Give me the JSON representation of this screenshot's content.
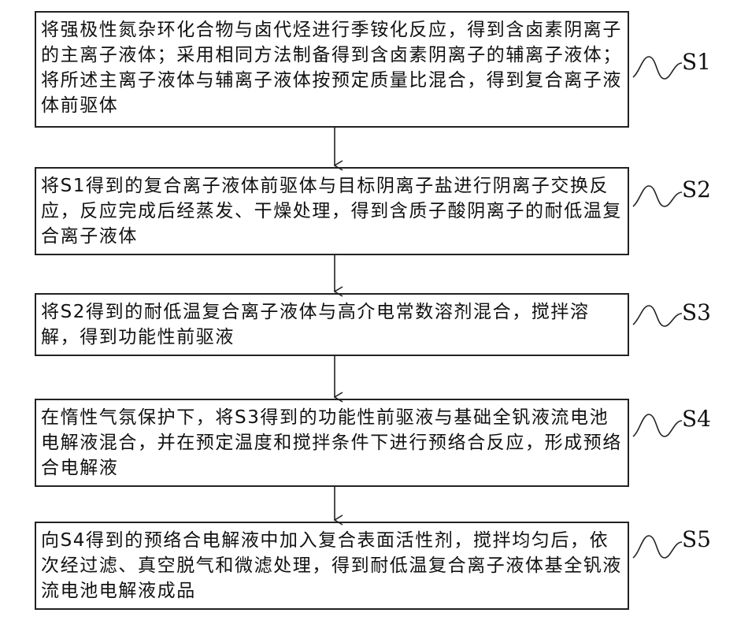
{
  "steps": [
    {
      "id": "S1",
      "label": "S1",
      "text": "将强极性氮杂环化合物与卤代烃进行季铵化反应，得到含卤素阴离子的主离子液体；采用相同方法制备得到含卤素阴离子的辅离子液体；将所述主离子液体与辅离子液体按预定质量比混合，得到复合离子液体前驱体"
    },
    {
      "id": "S2",
      "label": "S2",
      "text": "将S1得到的复合离子液体前驱体与目标阴离子盐进行阴离子交换反应，反应完成后经蒸发、干燥处理，得到含质子酸阴离子的耐低温复合离子液体"
    },
    {
      "id": "S3",
      "label": "S3",
      "text": "将S2得到的耐低温复合离子液体与高介电常数溶剂混合，搅拌溶解，得到功能性前驱液"
    },
    {
      "id": "S4",
      "label": "S4",
      "text": "在惰性气氛保护下，将S3得到的功能性前驱液与基础全钒液流电池电解液混合，并在预定温度和搅拌条件下进行预络合反应，形成预络合电解液"
    },
    {
      "id": "S5",
      "label": "S5",
      "text": "向S4得到的预络合电解液中加入复合表面活性剂，搅拌均匀后，依次经过滤、真空脱气和微滤处理，得到耐低温复合离子液体基全钒液流电池电解液成品"
    }
  ]
}
